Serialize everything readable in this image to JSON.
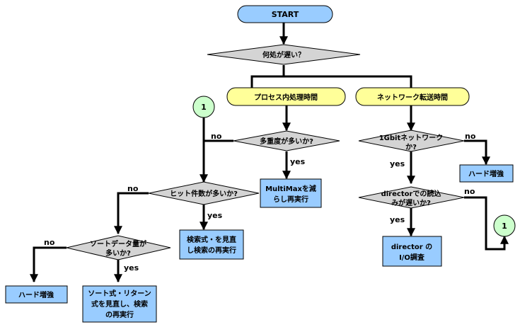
{
  "start": "START",
  "q_where": "何処が遅い？",
  "cat_process": "プロセス内処理時間",
  "cat_network": "ネットワーク転送時間",
  "q_multiplicity": "多重度が多いか?",
  "q_1gbit": [
    "1Gbitネットワーク",
    "か?"
  ],
  "action_multimax": [
    "MultiMaxを減",
    "らし再実行"
  ],
  "action_hard_network": "ハード増強",
  "q_hits": "ヒット件数が多いか?",
  "q_director": [
    "directorでの読込",
    "みが遅いか?"
  ],
  "action_search_review": [
    "検索式・を見直",
    "し検索の再実行"
  ],
  "action_director_io": [
    "director の",
    "I/O調査"
  ],
  "q_sortdata": [
    "ソートデータ量が",
    "多いか?"
  ],
  "action_hard_sort": "ハード増強",
  "action_sort_review": [
    "ソート式・リターン",
    "式を見直し、検索",
    "の再実行"
  ],
  "connector": "1",
  "labels": {
    "yes": "yes",
    "no": "no"
  },
  "colors": {
    "start_fill": "#99ccff",
    "decision_fill": "#d4d4d4",
    "category_fill": "#ffff99",
    "action_fill": "#99ccff",
    "connector_fill": "#ccffcc"
  }
}
